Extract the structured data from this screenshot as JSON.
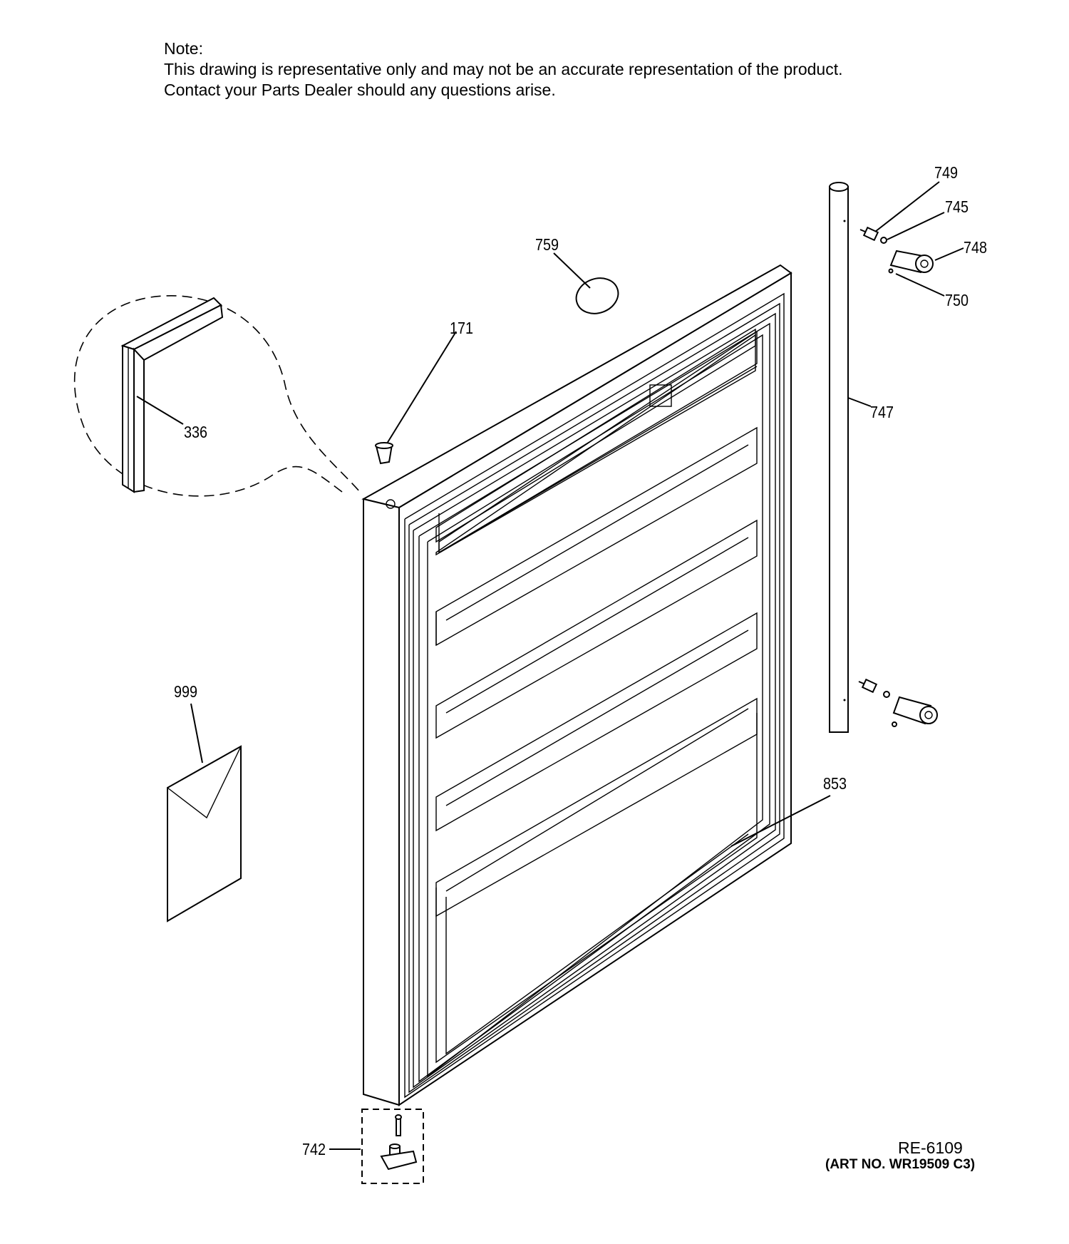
{
  "note": {
    "heading": "Note:",
    "line1": "This drawing is representative only and may not be an accurate representation of the product.",
    "line2": "Contact your Parts Dealer should any questions arise."
  },
  "callouts": {
    "c749": "749",
    "c745": "745",
    "c748": "748",
    "c750": "750",
    "c759": "759",
    "c171": "171",
    "c336": "336",
    "c747": "747",
    "c999": "999",
    "c853": "853",
    "c742": "742"
  },
  "reference": {
    "code": "RE-6109",
    "art_no": "(ART NO. WR19509 C3)"
  }
}
